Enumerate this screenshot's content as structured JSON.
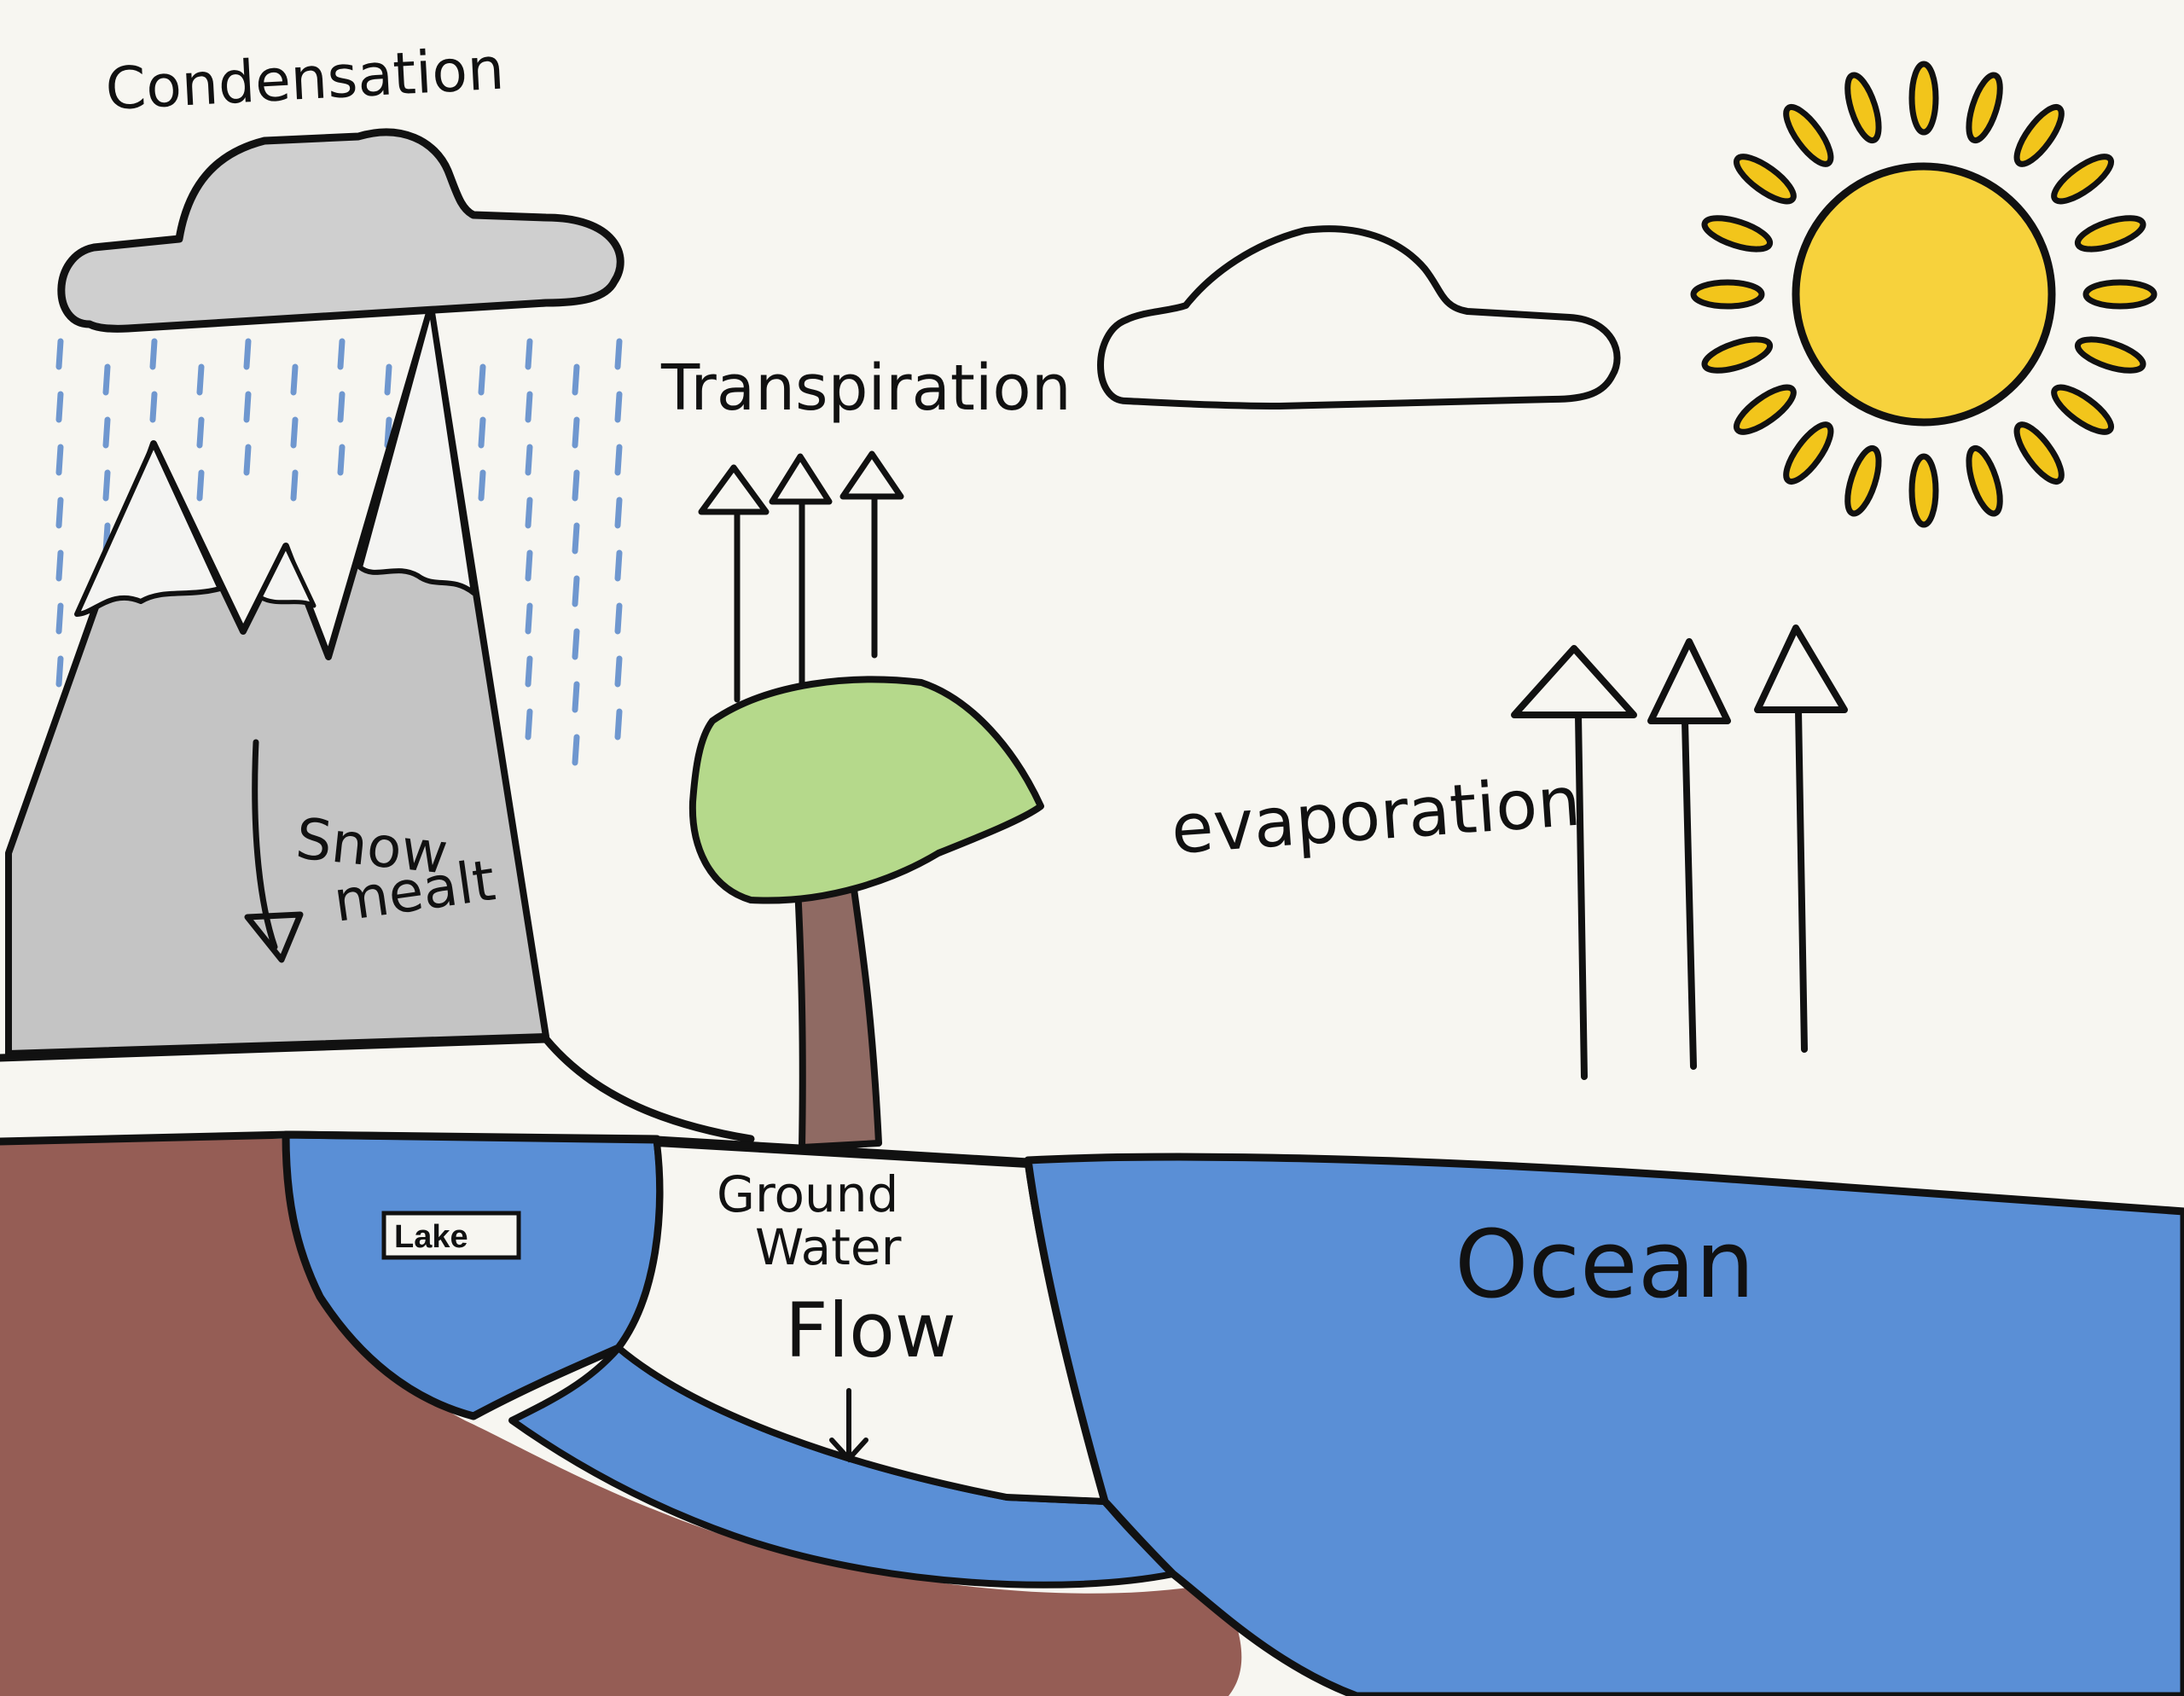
{
  "diagram": {
    "labels": {
      "condensation": "Condensation",
      "transpiration": "Transpiration",
      "evaporation": "evaporation",
      "snow_melt_line1": "Snow",
      "snow_melt_line2": "mealt",
      "lake": "Lake",
      "ground_water_line1": "Ground",
      "ground_water_line2": "Water",
      "ground_water_line3": "Flow",
      "ocean": "Ocean"
    },
    "colors": {
      "paper": "#f7f6f1",
      "outline": "#111111",
      "cloud_fill": "#cfcfcf",
      "mountain_fill": "#c4c4c4",
      "snow_fill": "#f4f4f2",
      "rain": "#6f97cf",
      "sun": "#f7d23c",
      "sun_ray": "#f2c51b",
      "tree_canopy": "#b5d98b",
      "tree_trunk": "#8f6a63",
      "soil": "#8a4c44",
      "water": "#5a8fd6"
    },
    "icons": [
      "cloud-icon",
      "sun-icon",
      "mountain-icon",
      "tree-icon",
      "arrow-up-icon",
      "arrow-down-icon",
      "rain-icon"
    ]
  }
}
